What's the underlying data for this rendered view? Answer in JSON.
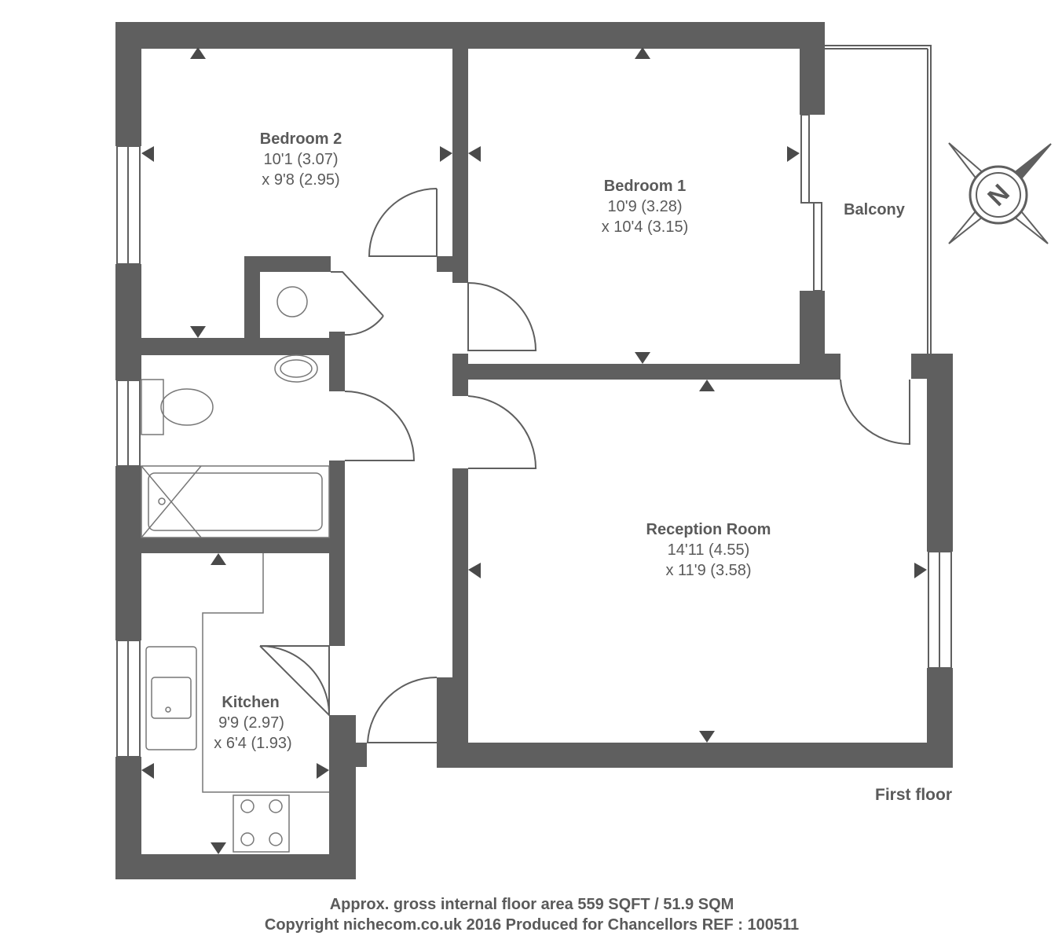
{
  "rooms": {
    "bedroom2": {
      "name": "Bedroom 2",
      "dim1": "10'1 (3.07)",
      "dim2": "x 9'8 (2.95)"
    },
    "bedroom1": {
      "name": "Bedroom 1",
      "dim1": "10'9 (3.28)",
      "dim2": "x 10'4 (3.15)"
    },
    "balcony": {
      "name": "Balcony"
    },
    "reception": {
      "name": "Reception Room",
      "dim1": "14'11 (4.55)",
      "dim2": "x 11'9 (3.58)"
    },
    "kitchen": {
      "name": "Kitchen",
      "dim1": "9'9 (2.97)",
      "dim2": "x 6'4 (1.93)"
    }
  },
  "floor_label": "First floor",
  "footer": {
    "area": "Approx. gross internal floor area 559 SQFT / 51.9 SQM",
    "copyright": "Copyright nichecom.co.uk 2016 Produced for Chancellors REF : 100511"
  },
  "compass": {
    "letter": "N",
    "icon": "compass-rose-icon"
  },
  "colors": {
    "wall": "#5f5f5f",
    "text": "#5a5a5a"
  }
}
